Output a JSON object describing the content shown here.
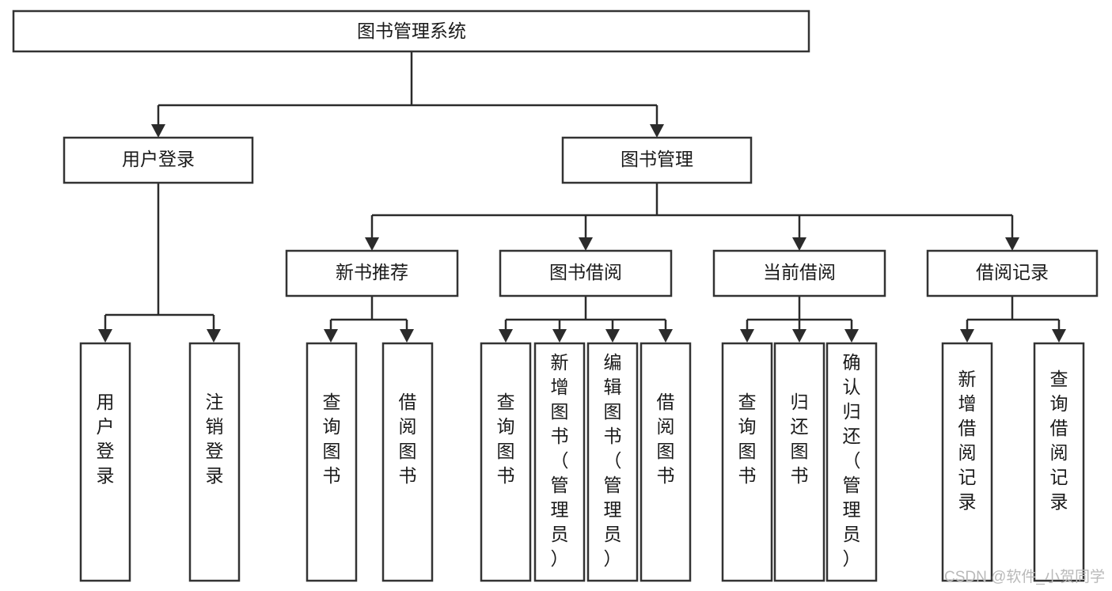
{
  "diagram": {
    "title": "图书管理系统",
    "type": "tree-hierarchy",
    "orientation": "top-down",
    "root": {
      "id": "root",
      "label": "图书管理系统"
    },
    "level2": [
      {
        "id": "user-login",
        "label": "用户登录"
      },
      {
        "id": "book-manage",
        "label": "图书管理"
      }
    ],
    "level3": [
      {
        "id": "new-book-rec",
        "label": "新书推荐",
        "parent": "book-manage"
      },
      {
        "id": "book-borrow",
        "label": "图书借阅",
        "parent": "book-manage"
      },
      {
        "id": "current-borrow",
        "label": "当前借阅",
        "parent": "book-manage"
      },
      {
        "id": "borrow-record",
        "label": "借阅记录",
        "parent": "book-manage"
      }
    ],
    "leaves": {
      "user-login": [
        {
          "id": "leaf-user-login",
          "label": "用户登录"
        },
        {
          "id": "leaf-logout",
          "label": "注销登录"
        }
      ],
      "new-book-rec": [
        {
          "id": "leaf-query-book-1",
          "label": "查询图书"
        },
        {
          "id": "leaf-borrow-book-1",
          "label": "借阅图书"
        }
      ],
      "book-borrow": [
        {
          "id": "leaf-query-book-2",
          "label": "查询图书"
        },
        {
          "id": "leaf-add-book",
          "label": "新增图书（管理员）"
        },
        {
          "id": "leaf-edit-book",
          "label": "编辑图书（管理员）"
        },
        {
          "id": "leaf-borrow-book-2",
          "label": "借阅图书"
        }
      ],
      "current-borrow": [
        {
          "id": "leaf-query-book-3",
          "label": "查询图书"
        },
        {
          "id": "leaf-return-book",
          "label": "归还图书"
        },
        {
          "id": "leaf-confirm-return",
          "label": "确认归还（管理员）"
        }
      ],
      "borrow-record": [
        {
          "id": "leaf-add-record",
          "label": "新增借阅记录"
        },
        {
          "id": "leaf-query-record",
          "label": "查询借阅记录"
        }
      ]
    },
    "colors": {
      "box_fill": "#ffffff",
      "box_stroke": "#333333",
      "connector": "#2b2b2b",
      "text": "#1a1a1a",
      "background": "#ffffff",
      "watermark": "#b9b9b9"
    }
  },
  "watermark": {
    "text": "CSDN @软件_小贺同学"
  }
}
